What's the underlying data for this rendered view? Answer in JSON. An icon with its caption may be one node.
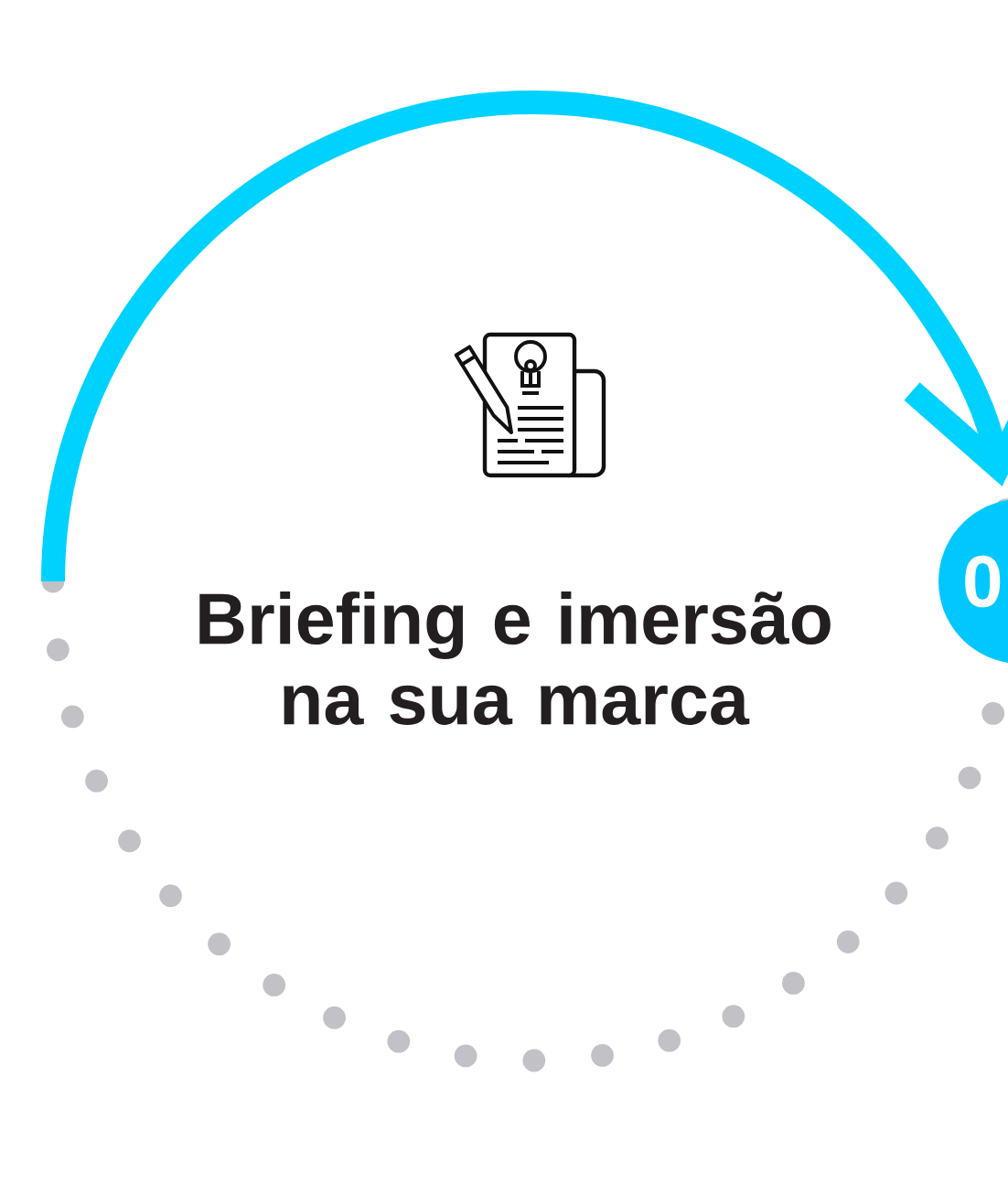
{
  "diagram": {
    "nodes": [
      {
        "text": [
          "Briefing e imersão na sua marca"
        ]
      },
      {
        "text": [
          "0"
        ]
      }
    ],
    "edges": [
      {
        "from": null,
        "to": 1,
        "arrow": "to"
      }
    ]
  }
}
